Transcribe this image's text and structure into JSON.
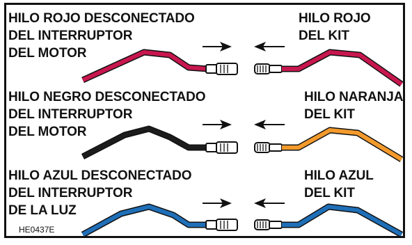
{
  "rows": [
    {
      "left_label": [
        "HILO ROJO DESCONECTADO",
        "DEL INTERRUPTOR",
        "DEL MOTOR"
      ],
      "right_label": [
        "HILO ROJO",
        "DEL KIT"
      ],
      "wire_color": "#c8174f"
    },
    {
      "left_label": [
        "HILO NEGRO DESCONECTADO",
        "DEL INTERRUPTOR",
        "DEL MOTOR"
      ],
      "right_label": [
        "HILO NARANJA",
        "DEL KIT"
      ],
      "wire_color_left": "#1c1c1c",
      "wire_color_right": "#f39a2c"
    },
    {
      "left_label": [
        "HILO AZUL DESCONECTADO",
        "DEL INTERRUPTOR",
        "DE LA LUZ"
      ],
      "right_label": [
        "HILO AZUL",
        "DEL KIT"
      ],
      "wire_color": "#1f6fb8"
    }
  ],
  "figure_id": "HE0437E",
  "colors": {
    "outline": "#111111",
    "connector_fill": "#ffffff"
  }
}
